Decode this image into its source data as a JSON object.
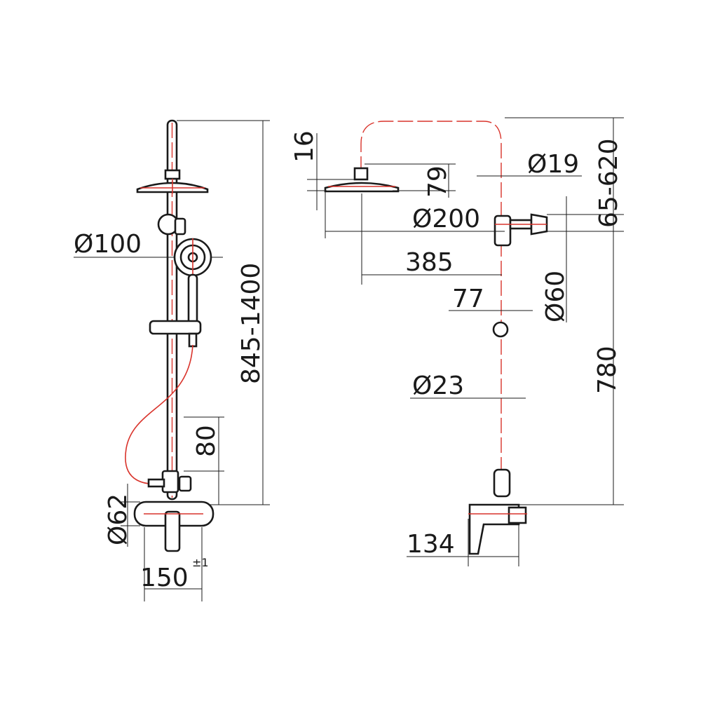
{
  "front_view": {
    "dim_height_range": "845-1400",
    "dim_handshower_diameter": "Ø100",
    "dim_outlet_offset": "80",
    "dim_escutcheon_diameter": "Ø62",
    "dim_centers": "150",
    "dim_centers_tolerance": "±1"
  },
  "side_view": {
    "dim_head_thickness": "16",
    "dim_head_height": "79",
    "dim_top_pipe_diameter": "Ø19",
    "dim_head_diameter": "Ø200",
    "dim_height_adjust": "65-620",
    "dim_arm_reach": "385",
    "dim_holder_diameter": "Ø60",
    "dim_holder_offset": "77",
    "dim_riser_diameter": "Ø23",
    "dim_riser_height": "780",
    "dim_wall_projection": "134"
  },
  "colors": {
    "line": "#1a1a1a",
    "centerline": "#d9332b"
  }
}
